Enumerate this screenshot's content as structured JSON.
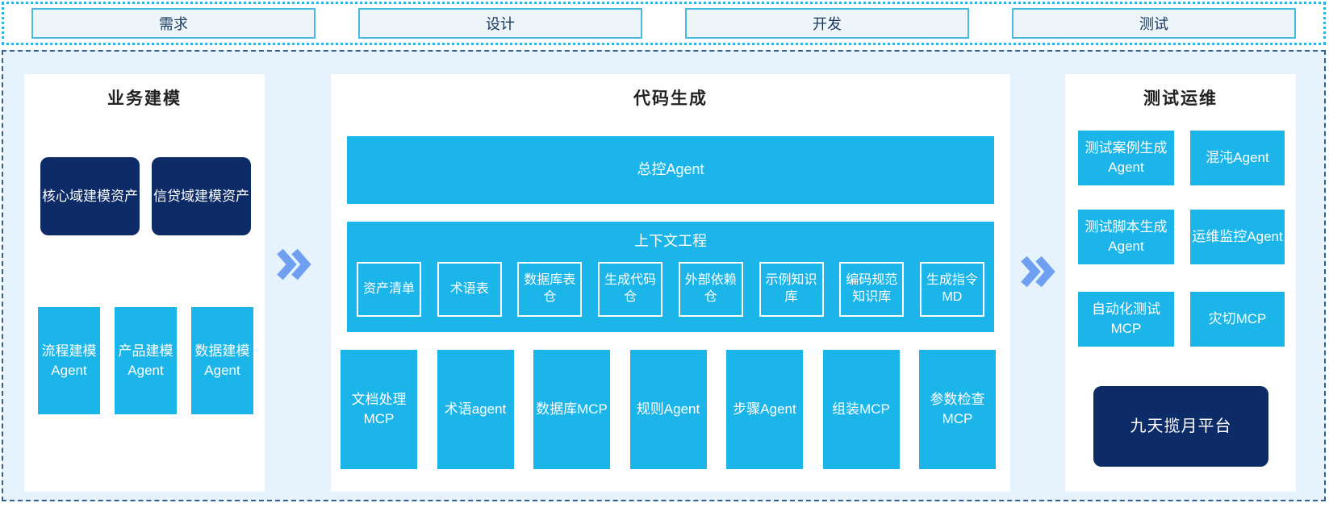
{
  "phases": [
    {
      "label": "需求"
    },
    {
      "label": "设计"
    },
    {
      "label": "开发"
    },
    {
      "label": "测试"
    }
  ],
  "panels": {
    "business_modeling": {
      "title": "业务建模",
      "assets": [
        "核心域建模资产",
        "信贷域建模资产"
      ],
      "agents": [
        "流程建模Agent",
        "产品建模Agent",
        "数据建模Agent"
      ]
    },
    "code_generation": {
      "title": "代码生成",
      "master_agent": "总控Agent",
      "context": {
        "title": "上下文工程",
        "items": [
          "资产清单",
          "术语表",
          "数据库表仓",
          "生成代码仓",
          "外部依赖仓",
          "示例知识库",
          "编码规范知识库",
          "生成指令MD"
        ]
      },
      "workers": [
        "文档处理MCP",
        "术语agent",
        "数据库MCP",
        "规则Agent",
        "步骤Agent",
        "组装MCP",
        "参数检查MCP"
      ]
    },
    "test_ops": {
      "title": "测试运维",
      "boxes": [
        "测试案例生成Agent",
        "混沌Agent",
        "测试脚本生成Agent",
        "运维监控Agent",
        "自动化测试MCP",
        "灾切MCP"
      ],
      "platform": "九天揽月平台"
    }
  },
  "icons": {
    "flow_arrow": "double-chevron-right-icon"
  },
  "colors": {
    "cyan_box": "#1bb5ea",
    "navy_box": "#0d2b67",
    "band_background": "#e7f3fc",
    "band_border": "#33608a",
    "top_border": "#2fb3dc",
    "phase_box_fill": "#eef5f9",
    "phase_box_border": "#49b9e0",
    "phase_text": "#17375e",
    "chevron": "#6f9ff0"
  }
}
